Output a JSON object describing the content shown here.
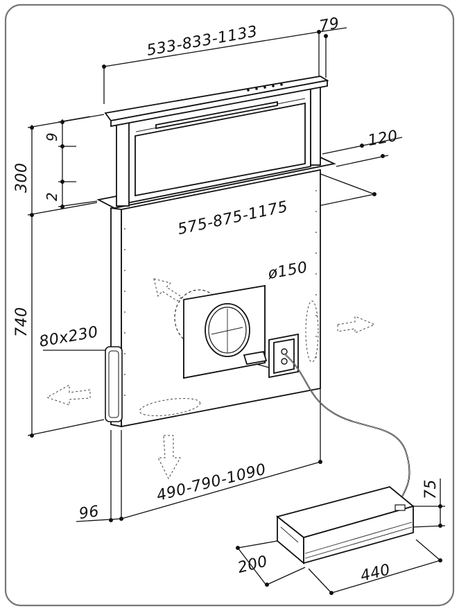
{
  "dimensions": {
    "hood_width_top": "533-833-1133",
    "hood_depth_top": "79",
    "slot_width": "575-875-1175",
    "slot_depth": "120",
    "glass_upper": "9",
    "glass_lower": "2",
    "rise_height": "300",
    "body_height": "740",
    "duct_diameter": "ø150",
    "side_outlet": "80x230",
    "bottom_width": "490-790-1090",
    "bottom_depth": "96",
    "motor_height": "75",
    "motor_depth": "200",
    "motor_width": "440"
  },
  "colors": {
    "line": "#111111",
    "frame": "#777777",
    "background": "#ffffff"
  }
}
